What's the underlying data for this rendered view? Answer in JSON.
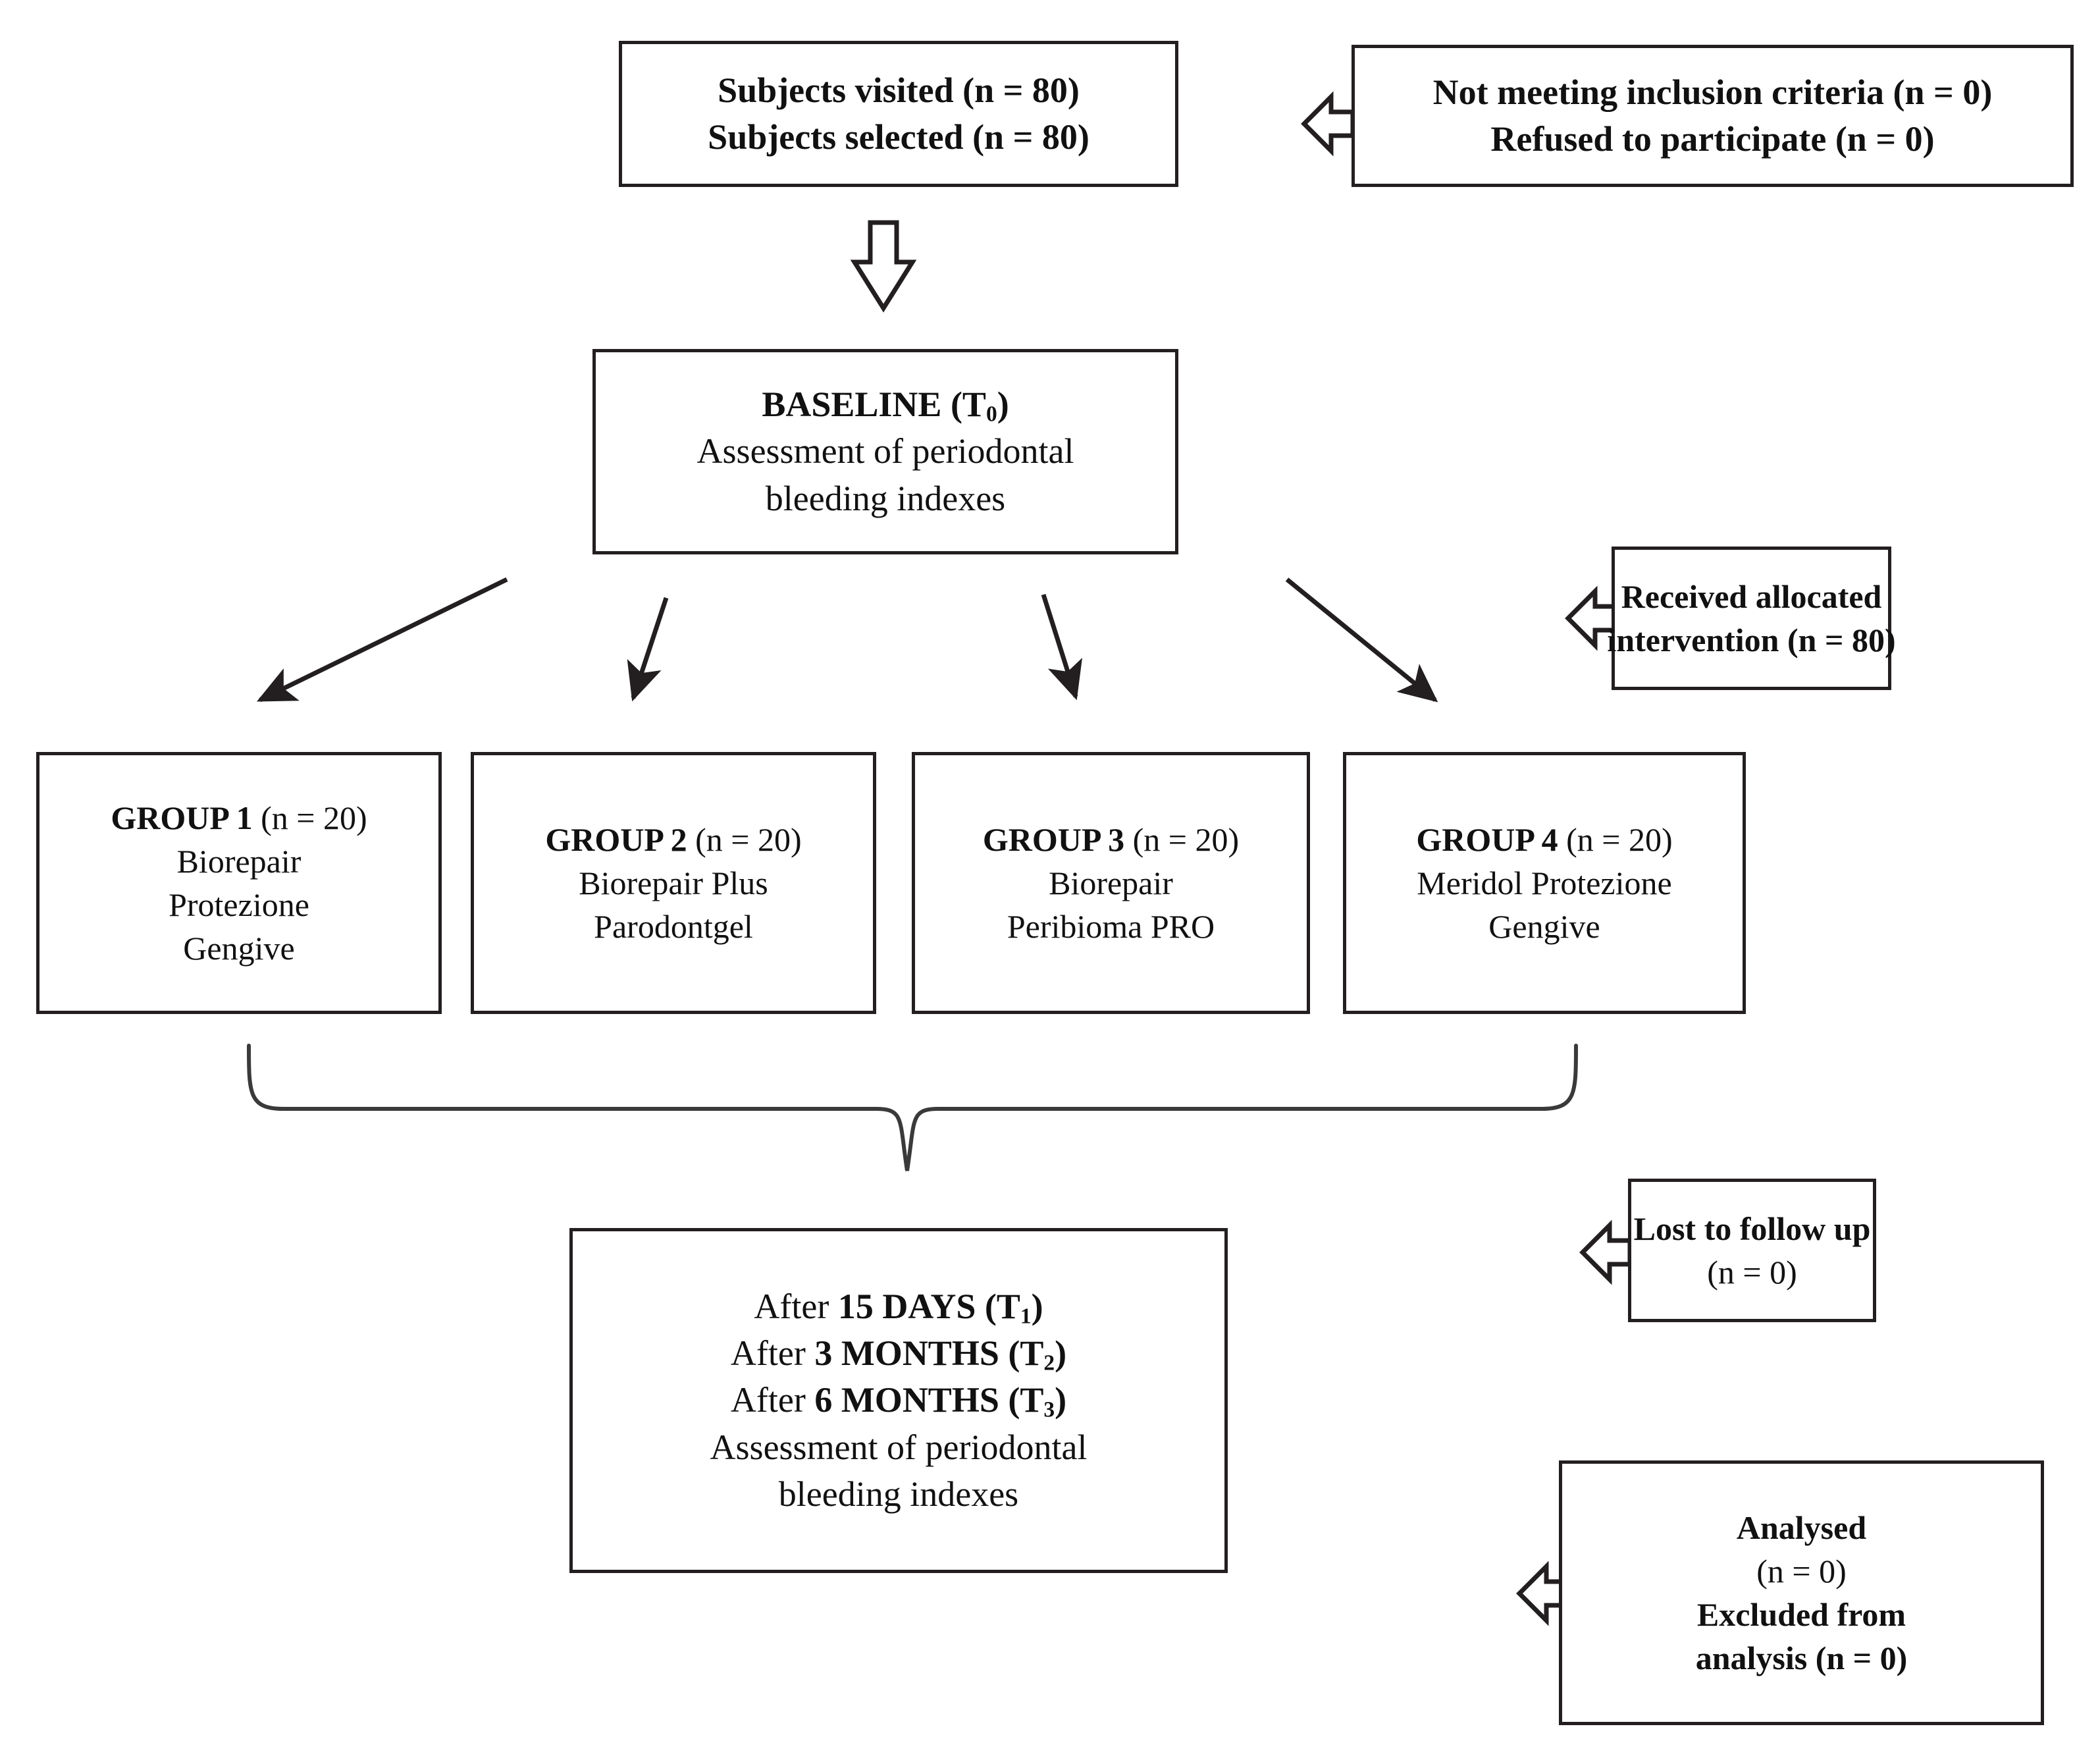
{
  "diagram": {
    "title": "CONSORT-style study flow diagram",
    "stroke_color": "#231f20",
    "background_color": "#ffffff",
    "nodes": {
      "subjects": {
        "line1": "Subjects visited (n = 80)",
        "line2": "Subjects selected (n = 80)"
      },
      "not_meeting": {
        "line1": "Not meeting inclusion criteria (n = 0)",
        "line2": "Refused to participate (n = 0)"
      },
      "baseline": {
        "line1_label": "BASELINE (T",
        "line1_sub": "0",
        "line1_close": ")",
        "line2": "Assessment of periodontal",
        "line3": "bleeding indexes"
      },
      "received": {
        "line1": "Received allocated",
        "line2": "intervention (n = 80)"
      },
      "group1": {
        "heading_bold": "GROUP 1",
        "heading_count": " (n = 20)",
        "line2": "Biorepair",
        "line3": "Protezione",
        "line4": "Gengive"
      },
      "group2": {
        "heading_bold": "GROUP 2",
        "heading_count": " (n = 20)",
        "line2": "Biorepair Plus",
        "line3": "Parodontgel"
      },
      "group3": {
        "heading_bold": "GROUP 3",
        "heading_count": " (n = 20)",
        "line2": "Biorepair",
        "line3": "Peribioma PRO"
      },
      "group4": {
        "heading_bold": "GROUP 4",
        "heading_count": " (n = 20)",
        "line2": "Meridol Protezione",
        "line3": "Gengive"
      },
      "followups": {
        "line1_pre": "After ",
        "line1_bold": "15 DAYS",
        "line1_tpre": " (T",
        "line1_sub": "1",
        "line1_close": ")",
        "line2_pre": "After ",
        "line2_bold": "3 MONTHS",
        "line2_tpre": " (T",
        "line2_sub": "2",
        "line2_close": ")",
        "line3_pre": "After ",
        "line3_bold": "6 MONTHS",
        "line3_tpre": " (T",
        "line3_sub": "3",
        "line3_close": ")",
        "line4": "Assessment of periodontal",
        "line5": "bleeding indexes"
      },
      "lost": {
        "line1": "Lost to follow up",
        "line2": "(n = 0)"
      },
      "analysed": {
        "line1": "Analysed",
        "line2": "(n = 0)",
        "line3": "Excluded from",
        "line4": "analysis (n = 0)"
      }
    },
    "connectors": {
      "subjects_to_baseline": "down-block-arrow",
      "exclusion_to_subjects": "left-block-arrow",
      "received_to_groups": "left-block-arrow",
      "lost_to_followups": "left-block-arrow",
      "analysed_to_flow": "left-block-arrow",
      "baseline_to_group1": "diagonal-arrow",
      "baseline_to_group2": "diagonal-arrow",
      "baseline_to_group3": "diagonal-arrow",
      "baseline_to_group4": "diagonal-arrow",
      "groups_to_followups": "curly-brace"
    }
  }
}
